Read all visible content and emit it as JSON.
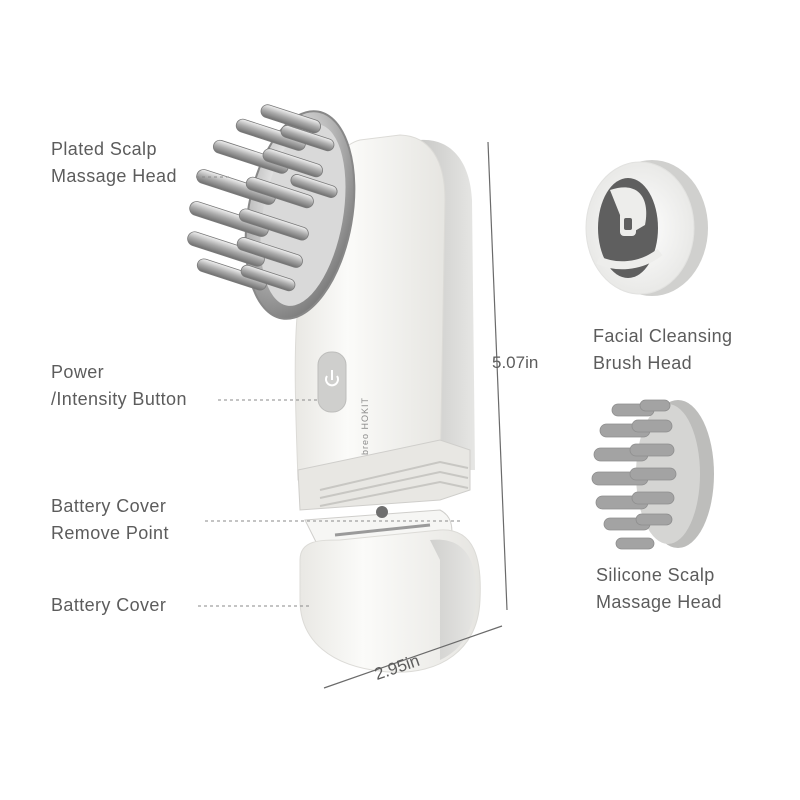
{
  "labels": {
    "plated_head": [
      "Plated Scalp",
      "Massage Head"
    ],
    "power_button": [
      "Power",
      "/Intensity Button"
    ],
    "battery_remove": [
      "Battery Cover",
      "Remove Point"
    ],
    "battery_cover": [
      "Battery Cover"
    ],
    "facial_brush": [
      "Facial Cleansing",
      "Brush Head"
    ],
    "silicone_head": [
      "Silicone Scalp",
      "Massage Head"
    ]
  },
  "dimensions": {
    "height": "5.07in",
    "width": "2.95in"
  },
  "brand_mark": "breo HOKIT",
  "colors": {
    "body": "#f3f2ef",
    "side": "#d6d6d4",
    "metal": "#b9b9b9",
    "silicone": "#a3a3a3",
    "leader": "#8a8a8a"
  }
}
